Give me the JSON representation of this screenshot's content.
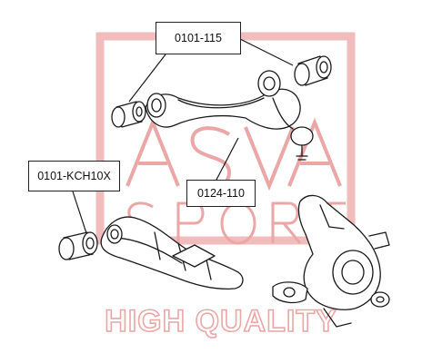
{
  "callouts": [
    {
      "label": "0101-115"
    },
    {
      "label": "0124-110"
    },
    {
      "label": "0101-KCH10X"
    }
  ],
  "watermark": {
    "brand": "ASVA",
    "sub": "SPORT",
    "tagline": "HIGH QUALITY",
    "color": "#e9a3a3"
  },
  "colors": {
    "line": "#1a1a1a",
    "background": "#ffffff"
  }
}
